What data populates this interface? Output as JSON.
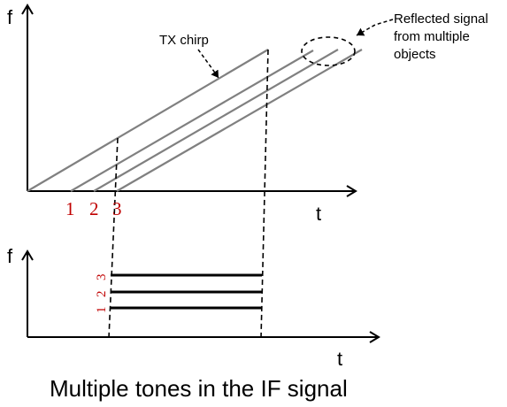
{
  "top_plot": {
    "y_axis_label": "f",
    "x_axis_label": "t",
    "tx_label": "TX chirp",
    "reflected_label_lines": [
      "Reflected signal",
      "from multiple",
      "objects"
    ],
    "start_markers": [
      "1",
      "2",
      "3"
    ]
  },
  "bottom_plot": {
    "y_axis_label": "f",
    "x_axis_label": "t",
    "tone_labels": [
      "1",
      "2",
      "3"
    ]
  },
  "caption": "Multiple tones in the IF signal",
  "colors": {
    "chirp_line": "#808080",
    "marker_text": "#c00000",
    "axis": "#000000"
  }
}
